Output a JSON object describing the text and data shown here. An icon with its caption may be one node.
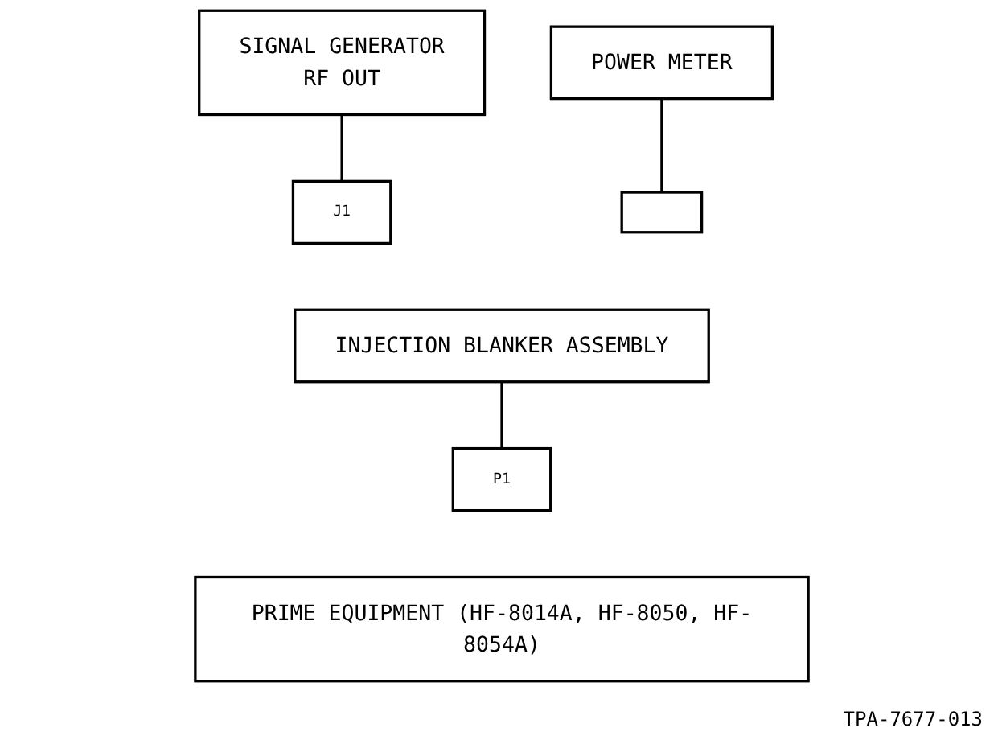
{
  "diagram": {
    "nodes": [
      {
        "text": [
          "SIGNAL GENERATOR",
          "RF OUT"
        ]
      },
      {
        "text": [
          "J1"
        ]
      },
      {
        "text": [],
        "shape": "box"
      },
      {
        "text": [
          "POWER METER"
        ]
      },
      {
        "text": [
          "INJECTION BLANKER ASSEMBLY"
        ]
      },
      {
        "text": [
          "P1"
        ]
      },
      {
        "text": [
          "PRIME EQUIPMENT (HF-8014A, HF-8050, HF-8054A)"
        ]
      }
    ],
    "edges": [
      {
        "from": 0,
        "to": 1,
        "arrow": "none"
      },
      {
        "from": 3,
        "to": 2,
        "arrow": "none"
      },
      {
        "from": 4,
        "to": 5,
        "arrow": "none"
      }
    ],
    "labels": [
      "TPA-7677-013"
    ]
  }
}
